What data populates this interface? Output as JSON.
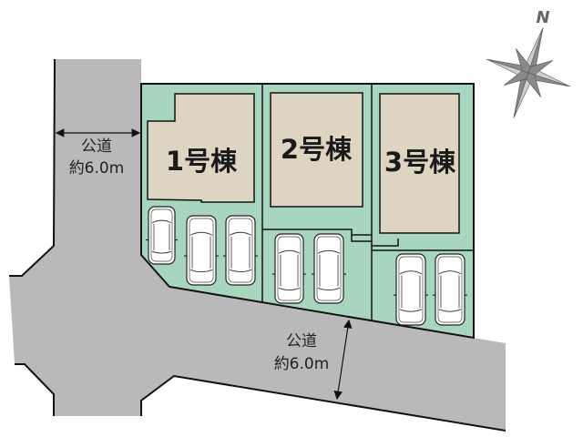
{
  "plan": {
    "buildings": [
      {
        "label": "1号棟"
      },
      {
        "label": "2号棟"
      },
      {
        "label": "3号棟"
      }
    ],
    "roads": [
      {
        "name": "公道",
        "width": "約6.0m"
      },
      {
        "name": "公道",
        "width": "約6.0m"
      }
    ],
    "compass": {
      "label": "N"
    },
    "colors": {
      "road": "#b9b9b9",
      "lot": "#a7d5be",
      "building": "#ddd5c2",
      "line": "#111111"
    }
  }
}
